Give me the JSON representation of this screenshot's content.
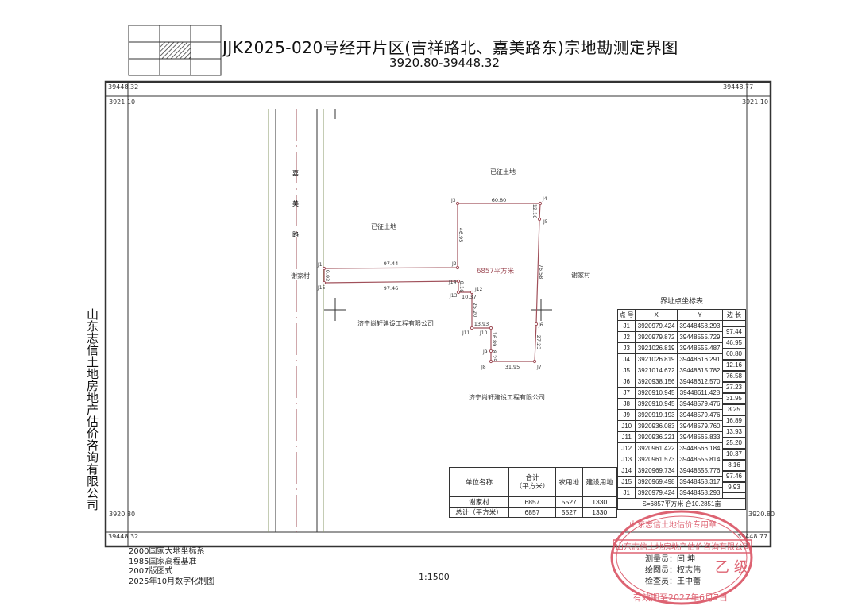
{
  "header": {
    "title": "JJK2025-020号经开片区(吉祥路北、嘉美路东)宗地勘测定界图",
    "subtitle": "3920.80-39448.32"
  },
  "frame": {
    "top_left_y": "39448.32",
    "top_left_x": "3921.10",
    "top_right_y": "39448.77",
    "top_right_x": "3921.10",
    "bottom_left_x": "3920.80",
    "bottom_left_y": "39448.32",
    "bottom_right_x": "3920.80",
    "bottom_right_y": "39448.77"
  },
  "side_text": "山东志信土地房地产估价咨询有限公司",
  "map": {
    "road_chars": [
      "嘉",
      "美",
      "路"
    ],
    "labels": {
      "yizheng_top": "已征土地",
      "yizheng_left": "已征土地",
      "xiejia_left": "谢家村",
      "xiejia_right": "谢家村",
      "company1": "济宁尚轩建设工程有限公司",
      "company2": "济宁尚轩建设工程有限公司",
      "area": "6857平方米"
    },
    "points": [
      "J1",
      "J2",
      "J3",
      "J4",
      "J5",
      "J6",
      "J7",
      "J8",
      "J9",
      "J10",
      "J11",
      "J12",
      "J13",
      "J14",
      "J15"
    ],
    "edges": [
      "97.44",
      "46.95",
      "60.80",
      "12.16",
      "76.58",
      "27.23",
      "31.95",
      "8.25",
      "16.89",
      "13.93",
      "25.20",
      "10.37",
      "8.16",
      "97.46",
      "9.93"
    ]
  },
  "coord_table": {
    "title": "界址点坐标表",
    "headers": [
      "点 号",
      "X",
      "Y",
      "边 长"
    ],
    "rows": [
      [
        "J1",
        "3920979.424",
        "39448458.293"
      ],
      [
        "J2",
        "3920979.872",
        "39448555.729"
      ],
      [
        "J3",
        "3921026.819",
        "39448555.487"
      ],
      [
        "J4",
        "3921026.819",
        "39448616.291"
      ],
      [
        "J5",
        "3921014.672",
        "39448615.782"
      ],
      [
        "J6",
        "3920938.156",
        "39448612.570"
      ],
      [
        "J7",
        "3920910.945",
        "39448611.428"
      ],
      [
        "J8",
        "3920910.945",
        "39448579.476"
      ],
      [
        "J9",
        "3920919.193",
        "39448579.476"
      ],
      [
        "J10",
        "3920936.083",
        "39448579.760"
      ],
      [
        "J11",
        "3920936.221",
        "39448565.833"
      ],
      [
        "J12",
        "3920961.422",
        "39448566.184"
      ],
      [
        "J13",
        "3920961.573",
        "39448555.814"
      ],
      [
        "J14",
        "3920969.734",
        "39448555.776"
      ],
      [
        "J15",
        "3920969.498",
        "39448458.317"
      ],
      [
        "J1",
        "3920979.424",
        "39448458.293"
      ]
    ],
    "lengths": [
      "97.44",
      "46.95",
      "60.80",
      "12.16",
      "76.58",
      "27.23",
      "31.95",
      "8.25",
      "16.89",
      "13.93",
      "25.20",
      "10.37",
      "8.16",
      "97.46",
      "9.93"
    ],
    "footer": "S=6857平方米 合10.2851亩"
  },
  "unit_table": {
    "headers": [
      "单位名称",
      "合计\n（平方米）",
      "农用地",
      "建设用地"
    ],
    "rows": [
      [
        "谢家村",
        "6857",
        "5527",
        "1330"
      ],
      [
        "总计（平方米）",
        "6857",
        "5527",
        "1330"
      ]
    ]
  },
  "notes": [
    "2000国家大地坐标系",
    "1985国家高程基准",
    "2007版图式",
    "2025年10月数字化制图"
  ],
  "scale": "1:1500",
  "staff": [
    "测量员：闫 坤",
    "绘图员：权志伟",
    "检查员：王中蕾"
  ],
  "stamp": {
    "grade": "乙 级",
    "company": "山东志信土地房地产估价咨询有限公司",
    "validity": "有效期至2027年6月7日",
    "top_text": "山东志信土地估价专用章"
  },
  "colors": {
    "boundary": "#a0505a",
    "stamp": "#d8485a",
    "road_green": "#8a9a6a"
  }
}
